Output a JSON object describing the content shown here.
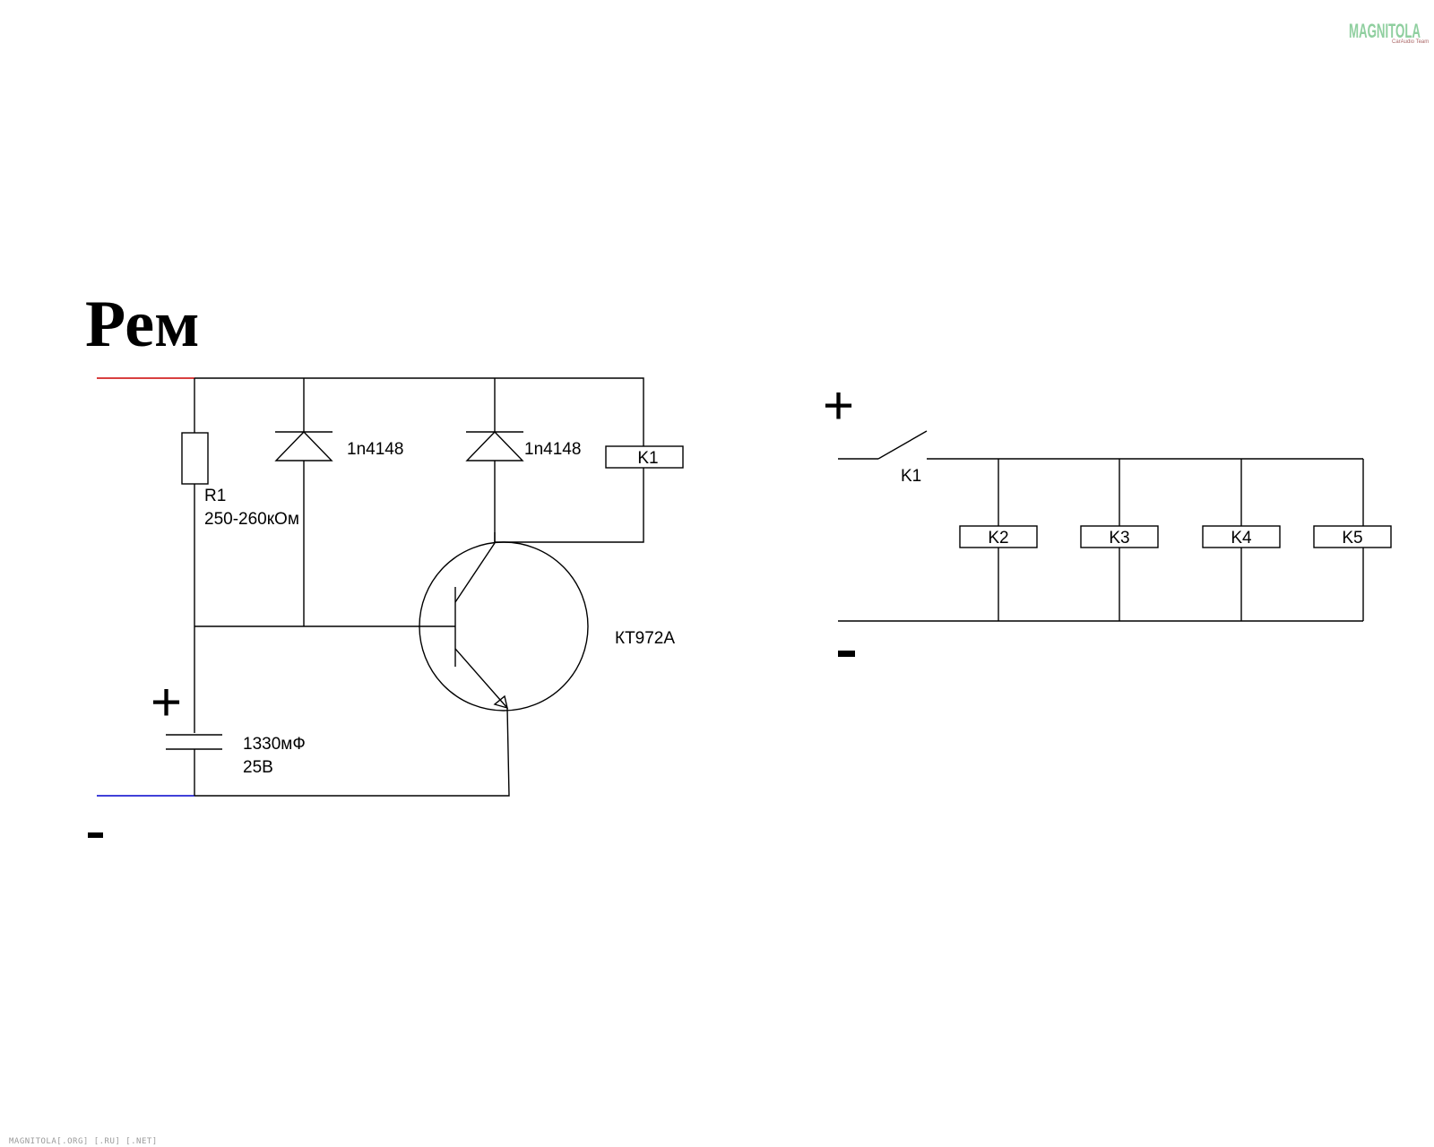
{
  "title": "Рем",
  "left_circuit": {
    "plus_symbol": "+",
    "minus_symbol": "-",
    "resistor": {
      "ref": "R1",
      "value": "250-260кОм"
    },
    "diode_1": {
      "part": "1n4148"
    },
    "diode_2": {
      "part": "1n4148"
    },
    "relay": {
      "ref": "K1"
    },
    "transistor": {
      "part": "КТ972А"
    },
    "capacitor": {
      "value": "1330мФ",
      "voltage": "25В"
    },
    "wire_colors": {
      "positive": "#cc0000",
      "negative": "#0000cc"
    }
  },
  "right_circuit": {
    "plus_symbol": "+",
    "minus_symbol": "-",
    "switch": {
      "ref": "K1"
    },
    "relays": [
      "K2",
      "K3",
      "K4",
      "K5"
    ]
  },
  "logo": {
    "text": "MAGNITOLA",
    "subtext": "CarAudio Team"
  },
  "footer": "MAGNITOLA[.ORG] [.RU] [.NET]"
}
